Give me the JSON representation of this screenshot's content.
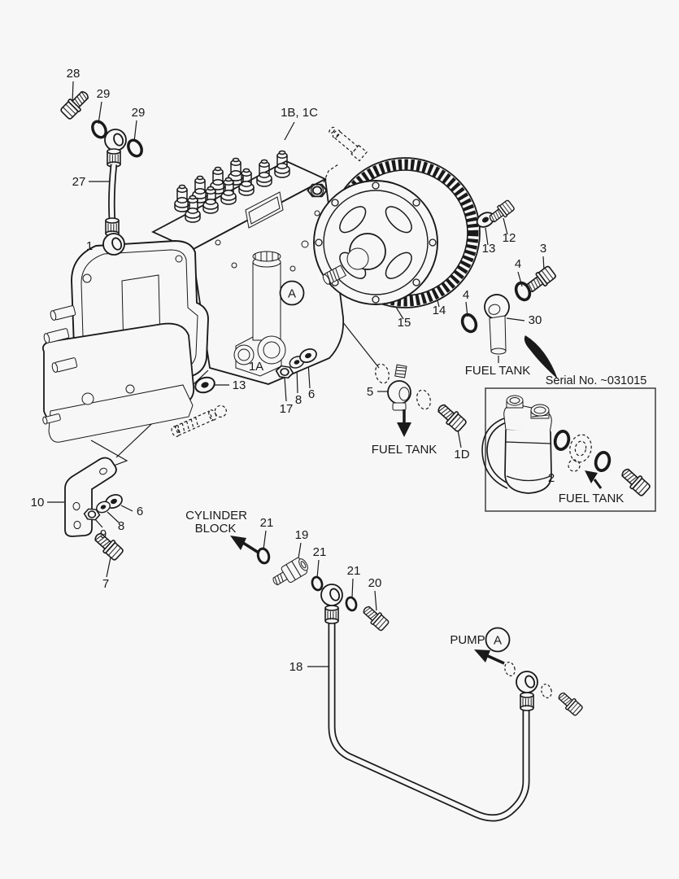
{
  "page": {
    "background": "#f7f7f7",
    "line_color": "#1a1a1a"
  },
  "labels": {
    "serial_note": "Serial No. ~031015",
    "fuel_tank_center": "FUEL TANK",
    "fuel_tank_right": "FUEL TANK",
    "fuel_tank_box": "FUEL TANK",
    "cylinder_block_line1": "CYLINDER",
    "cylinder_block_line2": "BLOCK",
    "pump": "PUMP",
    "view_ref_pump": "A",
    "view_ref_body": "A"
  },
  "callouts": {
    "c1": "1",
    "c1a": "1A",
    "c1b1c": "1B, 1C",
    "c1d": "1D",
    "c2": "2",
    "c3": "3",
    "c4a": "4",
    "c4b": "4",
    "c5": "5",
    "c6m": "6",
    "c6b": "6",
    "c7": "7",
    "c8m": "8",
    "c8b": "8",
    "c9": "9",
    "c10": "10",
    "c12": "12",
    "c13r": "13",
    "c13l": "13",
    "c14": "14",
    "c15": "15",
    "c17": "17",
    "c18": "18",
    "c19": "19",
    "c20": "20",
    "c21a": "21",
    "c21b": "21",
    "c21c": "21",
    "c27": "27",
    "c28": "28",
    "c29a": "29",
    "c29b": "29",
    "c30": "30"
  }
}
